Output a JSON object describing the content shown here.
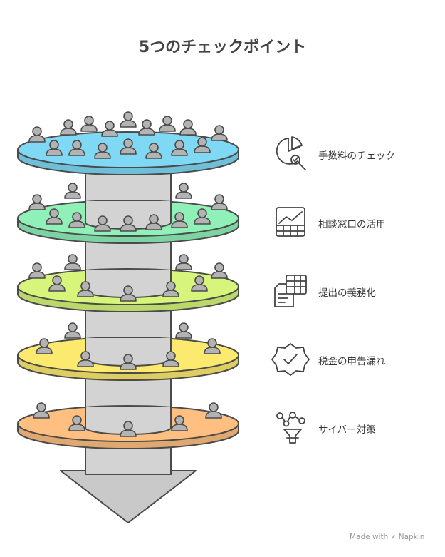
{
  "title": "5つのチェックポイント",
  "checkpoints": [
    {
      "label": "手数料のチェック",
      "color": "#7fd9f5",
      "icon": "pie-chart-magnifier-icon"
    },
    {
      "label": "相談窓口の活用",
      "color": "#8ff0b8",
      "icon": "chart-grid-icon"
    },
    {
      "label": "提出の義務化",
      "color": "#d6f57a",
      "icon": "documents-icon"
    },
    {
      "label": "税金の申告漏れ",
      "color": "#fcea6e",
      "icon": "badge-check-icon"
    },
    {
      "label": "サイバー対策",
      "color": "#ffbf80",
      "icon": "network-funnel-icon"
    }
  ],
  "watermark": "Made with ⸙ Napkin"
}
